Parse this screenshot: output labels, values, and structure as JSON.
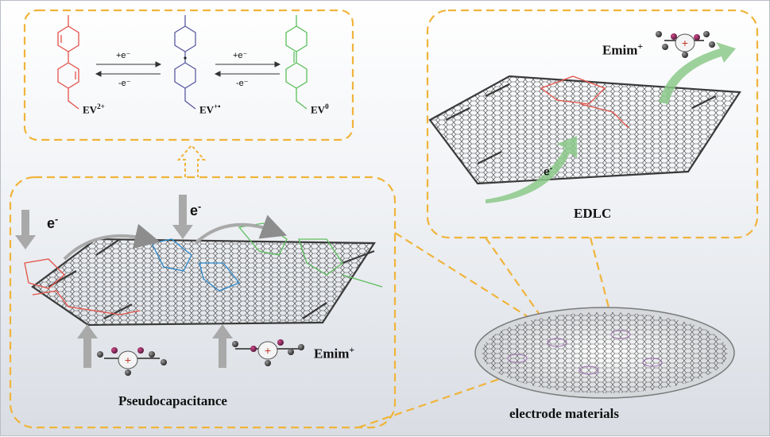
{
  "colors": {
    "dashed_border": "#f0b43a",
    "graphene": "#3a3a3a",
    "ev2_color": "#e4524a",
    "evr_color": "#5a5aa0",
    "ev0_color": "#5bbf5b",
    "blue_molecule": "#2a86c8",
    "arrow_grey": "#a9a9a9",
    "arrow_green": "#8cc98a"
  },
  "icons": [
    "emim-cation-icon",
    "graphene-sheet-icon",
    "viologen-molecule-icon",
    "electrode-disk-icon"
  ],
  "redox": {
    "ev2": {
      "base": "EV",
      "sup": "2+"
    },
    "evr": {
      "base": "EV",
      "sup": "+•"
    },
    "ev0": {
      "base": "EV",
      "sup": "0"
    },
    "step1_forward": "+e⁻",
    "step1_reverse": "-e⁻",
    "step2_forward": "+e⁻",
    "step2_reverse": "-e⁻"
  },
  "pseudo": {
    "electron1": "e",
    "electron2": "e",
    "electron_sup": "-",
    "emim_base": "Emim",
    "emim_sup": "+",
    "caption": "Pseudocapacitance"
  },
  "edlc": {
    "emim_base": "Emim",
    "emim_sup": "+",
    "electron": "e",
    "electron_sup": "-",
    "caption": "EDLC"
  },
  "electrode": {
    "caption": "electrode materials"
  }
}
